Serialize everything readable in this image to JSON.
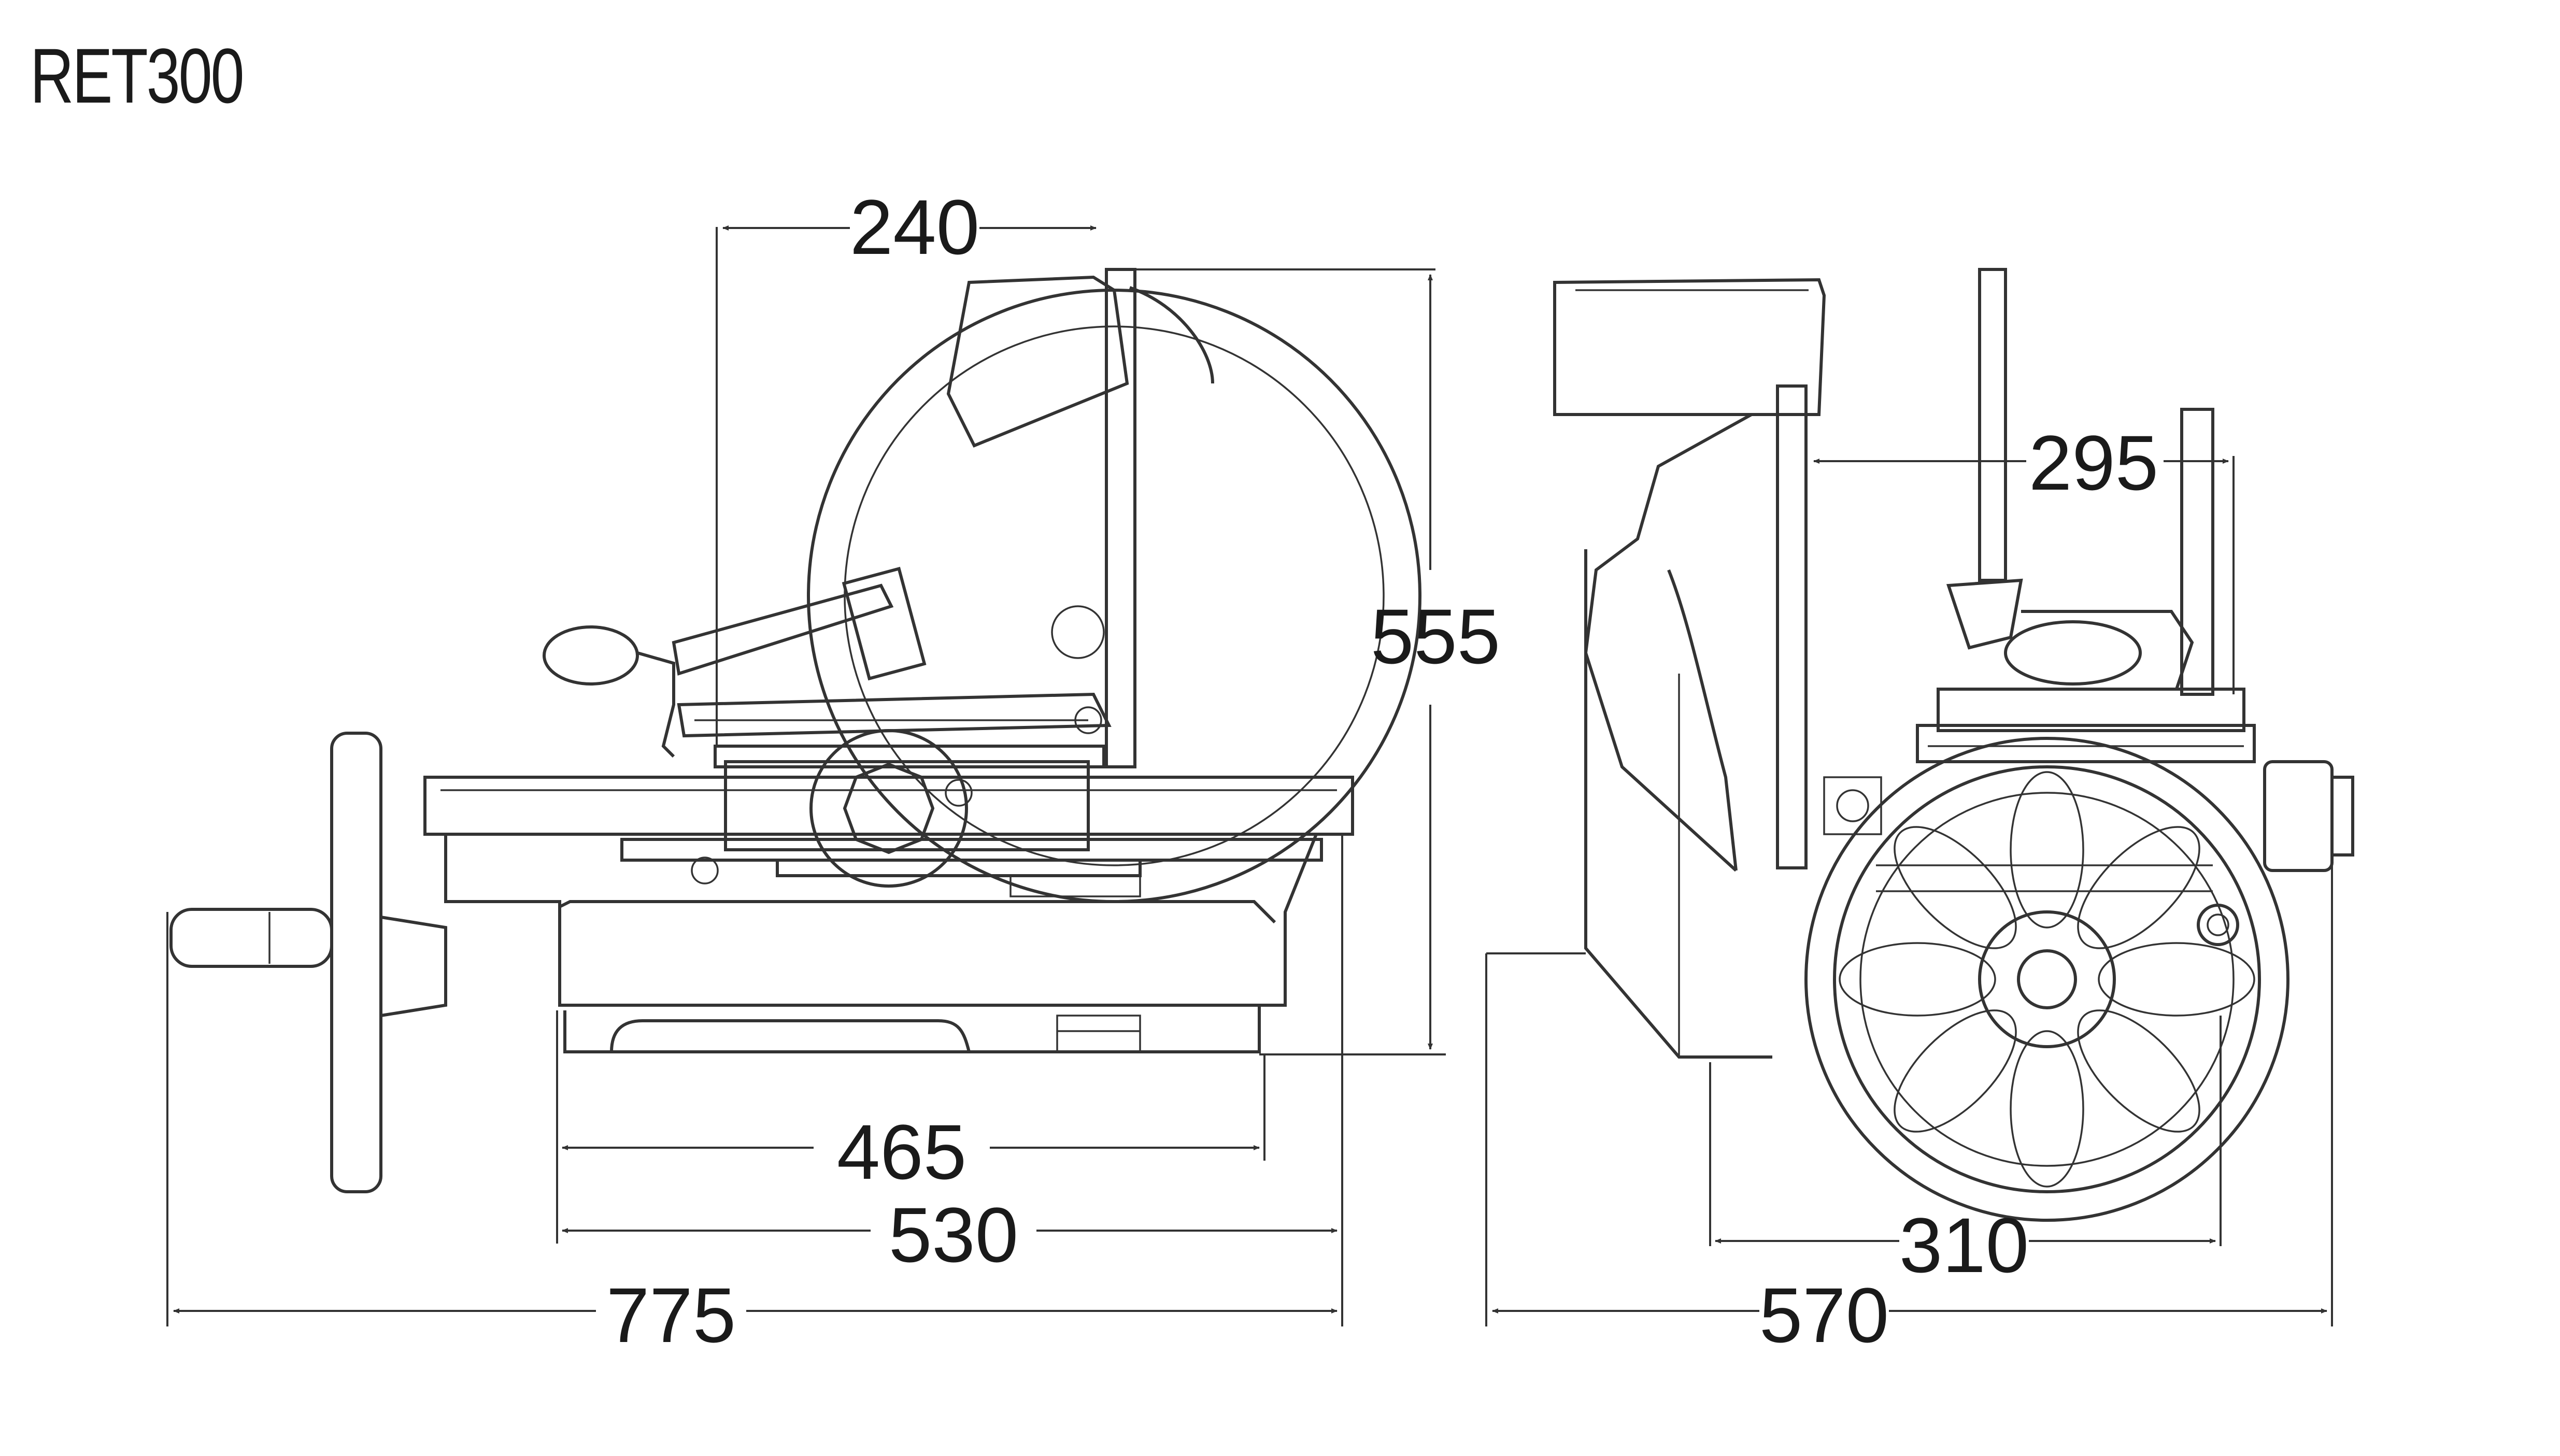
{
  "title": "RET300",
  "dimensions": {
    "top_width": "240",
    "height": "555",
    "blade_offset": "295",
    "base_inner": "465",
    "base_outer": "530",
    "overall_length": "775",
    "side_base": "310",
    "side_width": "570"
  }
}
